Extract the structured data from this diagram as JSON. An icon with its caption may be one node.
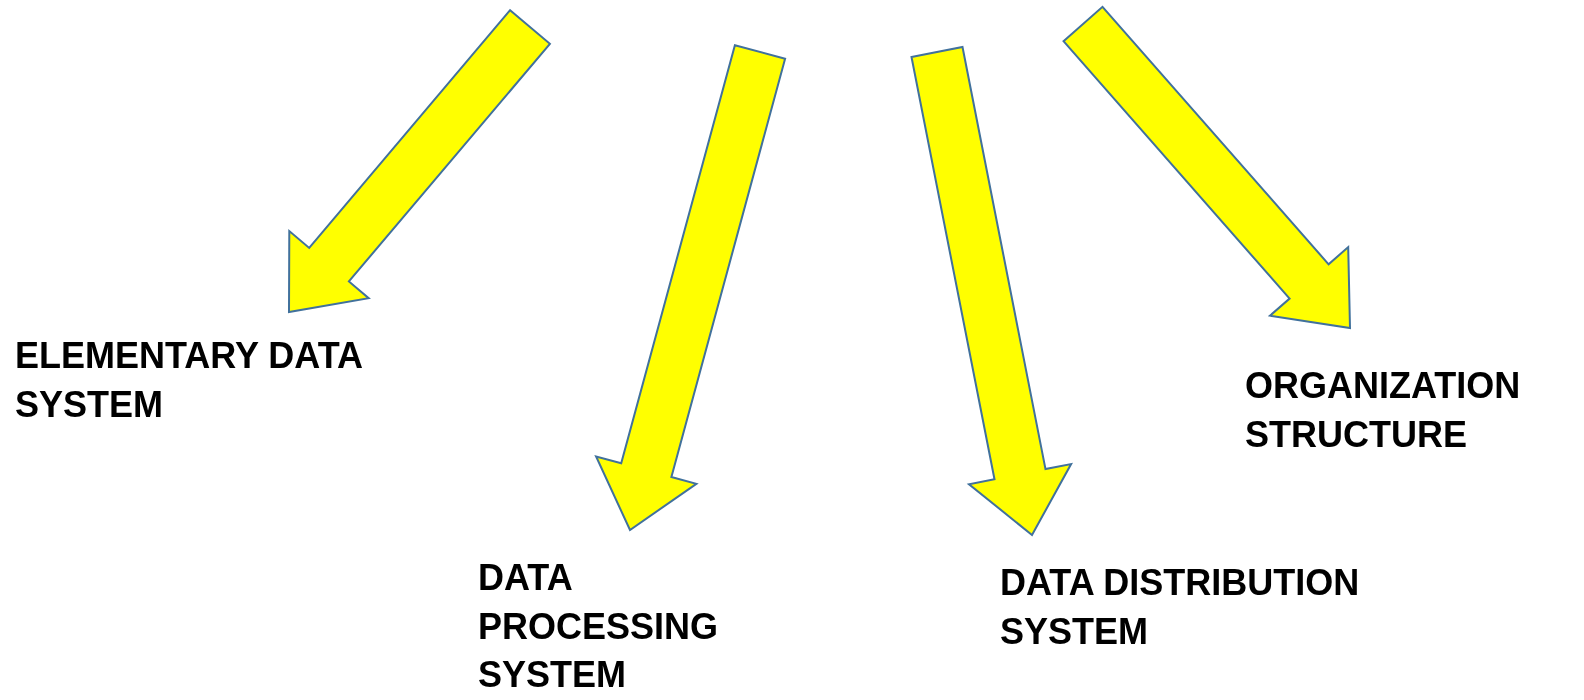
{
  "diagram": {
    "nodes": [
      {
        "text": [
          "ELEMENTARY DATA SYSTEM"
        ]
      },
      {
        "text": [
          "DATA PROCESSING SYSTEM"
        ]
      },
      {
        "text": [
          "DATA DISTRIBUTION SYSTEM"
        ]
      },
      {
        "text": [
          "ORGANIZATION STRUCTURE"
        ]
      }
    ],
    "edges": [
      {
        "from": null,
        "to": 0,
        "arrow": "to",
        "style": "thick",
        "color": "#ffff00"
      },
      {
        "from": null,
        "to": 1,
        "arrow": "to",
        "style": "thick",
        "color": "#ffff00"
      },
      {
        "from": null,
        "to": 2,
        "arrow": "to",
        "style": "thick",
        "color": "#ffff00"
      },
      {
        "from": null,
        "to": 3,
        "arrow": "to",
        "style": "thick",
        "color": "#ffff00"
      }
    ]
  }
}
